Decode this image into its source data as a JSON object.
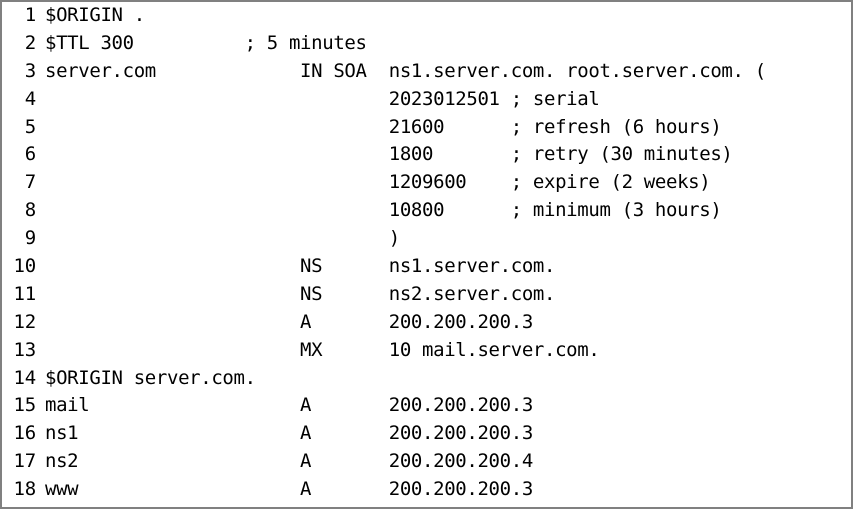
{
  "document": {
    "kind": "dns-zone-file",
    "font_style": "monospace",
    "text_color": "#000000",
    "background_color": "#ffffff",
    "border_color": "#808080",
    "first_line_number": 1,
    "last_line_number": 18,
    "total_lines_visible": 18
  },
  "lines": [
    {
      "number": "1",
      "text": "$ORIGIN ."
    },
    {
      "number": "2",
      "text": "$TTL 300          ; 5 minutes"
    },
    {
      "number": "3",
      "text": "server.com             IN SOA  ns1.server.com. root.server.com. ("
    },
    {
      "number": "4",
      "text": "                               2023012501 ; serial"
    },
    {
      "number": "5",
      "text": "                               21600      ; refresh (6 hours)"
    },
    {
      "number": "6",
      "text": "                               1800       ; retry (30 minutes)"
    },
    {
      "number": "7",
      "text": "                               1209600    ; expire (2 weeks)"
    },
    {
      "number": "8",
      "text": "                               10800      ; minimum (3 hours)"
    },
    {
      "number": "9",
      "text": "                               )"
    },
    {
      "number": "10",
      "text": "                       NS      ns1.server.com."
    },
    {
      "number": "11",
      "text": "                       NS      ns2.server.com."
    },
    {
      "number": "12",
      "text": "                       A       200.200.200.3"
    },
    {
      "number": "13",
      "text": "                       MX      10 mail.server.com."
    },
    {
      "number": "14",
      "text": "$ORIGIN server.com."
    },
    {
      "number": "15",
      "text": "mail                   A       200.200.200.3"
    },
    {
      "number": "16",
      "text": "ns1                    A       200.200.200.3"
    },
    {
      "number": "17",
      "text": "ns2                    A       200.200.200.4"
    },
    {
      "number": "18",
      "text": "www                    A       200.200.200.3"
    }
  ]
}
